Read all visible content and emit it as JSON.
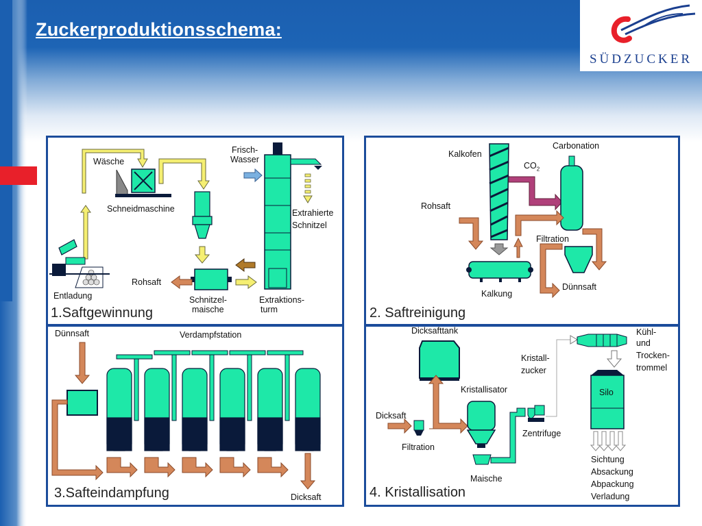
{
  "slide": {
    "title": "Zuckerproduktionsschema:"
  },
  "logo": {
    "text": "SÜDZUCKER"
  },
  "colors": {
    "blue": "#1b5fb0",
    "green": "#1ee8a8",
    "dark": "#0a1a3a",
    "yellow": "#f5ef72",
    "orange": "#d4875a",
    "magenta": "#b0407a",
    "red": "#e8202a"
  },
  "panels": {
    "p1": {
      "title": "1.Saftgewinnung",
      "labels": {
        "waesche": "Wäsche",
        "schneidmaschine": "Schneidmaschine",
        "entladung": "Entladung",
        "rohsaft": "Rohsaft",
        "schnitzelmaische_1": "Schnitzel-",
        "schnitzelmaische_2": "maische",
        "extraktionsturm_1": "Extraktions-",
        "extraktionsturm_2": "turm",
        "frischwasser_1": "Frisch-",
        "frischwasser_2": "Wasser",
        "extrahierte_1": "Extrahierte",
        "extrahierte_2": "Schnitzel"
      }
    },
    "p2": {
      "title": "2. Saftreinigung",
      "labels": {
        "kalkofen": "Kalkofen",
        "carbonation": "Carbonation",
        "co2": "CO",
        "co2_sub": "2",
        "rohsaft": "Rohsaft",
        "filtration": "Filtration",
        "kalkung": "Kalkung",
        "duennsaft": "Dünnsaft"
      }
    },
    "p3": {
      "title": "3.Safteindampfung",
      "labels": {
        "duennsaft": "Dünnsaft",
        "verdampfstation": "Verdampfstation",
        "dicksaft": "Dicksaft"
      }
    },
    "p4": {
      "title": "4. Kristallisation",
      "labels": {
        "dicksafttank": "Dicksafttank",
        "kristallzucker_1": "Kristall-",
        "kristallzucker_2": "zucker",
        "kuehl_1": "Kühl-",
        "kuehl_2": "und",
        "kuehl_3": "Trocken-",
        "kuehl_4": "trommel",
        "kristallisator": "Kristallisator",
        "dicksaft": "Dicksaft",
        "filtration": "Filtration",
        "zentrifuge": "Zentrifuge",
        "maische": "Maische",
        "silo": "Silo",
        "sichtung": "Sichtung",
        "absackung": "Absackung",
        "abpackung": "Abpackung",
        "verladung": "Verladung"
      }
    }
  }
}
